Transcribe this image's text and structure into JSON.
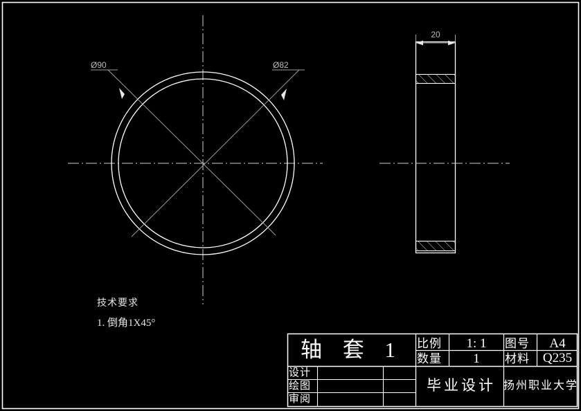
{
  "drawing": {
    "title_part": "轴  套  1",
    "sheet_border": true,
    "background_color": "#000000",
    "line_color": "#ffffff"
  },
  "views": {
    "front_view": {
      "name": "front-circular-view",
      "outer_diameter_label": "Ø90",
      "inner_diameter_label": "Ø82",
      "outer_diameter": 90,
      "inner_diameter": 82
    },
    "side_view": {
      "name": "side-section-view",
      "width_label": "20",
      "width": 20,
      "hatch_bands": 2
    }
  },
  "notes": {
    "heading": "技术要求",
    "items": [
      "1.  倒角1X45°"
    ]
  },
  "title_block": {
    "part_name": "轴  套  1",
    "scale_label": "比例",
    "scale_value": "1: 1",
    "drawing_no_label": "图号",
    "drawing_no_value": "A4",
    "quantity_label": "数量",
    "quantity_value": "1",
    "material_label": "材料",
    "material_value": "Q235",
    "design_label": "设计",
    "design_value": "",
    "draw_label": "绘图",
    "draw_value": "",
    "review_label": "审阅",
    "review_value": "",
    "project_label": "毕业设计",
    "organization_label": "扬州职业大学"
  }
}
